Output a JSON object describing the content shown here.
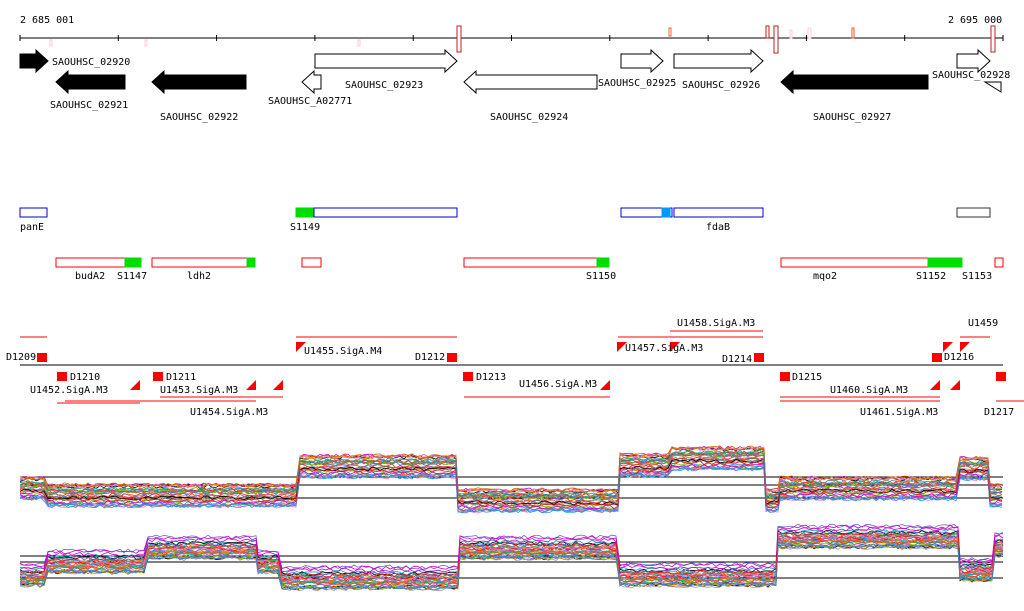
{
  "coords": {
    "start": "2 685 001",
    "end": "2 695 000"
  },
  "genes": [
    {
      "label": "SAOUHSC_02920",
      "strand": "+",
      "fill": "#000000"
    },
    {
      "label": "SAOUHSC_02921",
      "strand": "-",
      "fill": "#000000"
    },
    {
      "label": "SAOUHSC_02922",
      "strand": "-",
      "fill": "#000000"
    },
    {
      "label": "SAOUHSC_A02771",
      "strand": "-",
      "fill": "#ffffff"
    },
    {
      "label": "SAOUHSC_02923",
      "strand": "+",
      "fill": "#ffffff"
    },
    {
      "label": "SAOUHSC_02924",
      "strand": "-",
      "fill": "#ffffff"
    },
    {
      "label": "SAOUHSC_02925",
      "strand": "+",
      "fill": "#ffffff"
    },
    {
      "label": "SAOUHSC_02926",
      "strand": "+",
      "fill": "#ffffff"
    },
    {
      "label": "SAOUHSC_02927",
      "strand": "-",
      "fill": "#000000"
    },
    {
      "label": "SAOUHSC_02928",
      "strand": "+",
      "fill": "#ffffff"
    }
  ],
  "forward_features": [
    "panE",
    "S1149",
    "fdaB"
  ],
  "reverse_features": [
    "budA2",
    "S1147",
    "ldh2",
    "S1150",
    "mqo2",
    "S1152",
    "S1153"
  ],
  "segments": [
    "D1209",
    "D1210",
    "U1452.SigA.M3",
    "D1211",
    "U1453.SigA.M3",
    "U1454.SigA.M3",
    "U1455.SigA.M4",
    "D1212",
    "D1213",
    "U1456.SigA.M3",
    "U1457.SigA.M3",
    "U1458.SigA.M3",
    "D1214",
    "D1215",
    "U1460.SigA.M3",
    "U1461.SigA.M3",
    "U1459",
    "D1216",
    "D1217"
  ],
  "colors": {
    "feature_fwd": "#0000cc",
    "feature_rev": "#ff0000",
    "sigma": "#00dd00",
    "segment": "#ff0000"
  }
}
